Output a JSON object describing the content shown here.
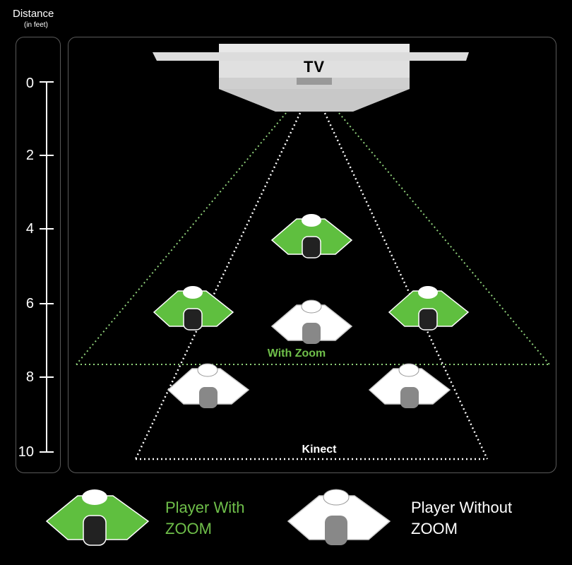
{
  "axis": {
    "title": "Distance",
    "subtitle": "(in feet)",
    "ticks": [
      "0",
      "2",
      "4",
      "6",
      "8",
      "10"
    ]
  },
  "tv": {
    "label": "TV"
  },
  "zones": {
    "with_zoom_label": "With Zoom",
    "kinect_label": "Kinect"
  },
  "legend": {
    "green_line1": "Player With",
    "green_line2": "ZOOM",
    "white_line1": "Player Without",
    "white_line2": "ZOOM"
  },
  "colors": {
    "green": "#5fbf3f",
    "white": "#ffffff",
    "frame": "#5a5a5a"
  }
}
